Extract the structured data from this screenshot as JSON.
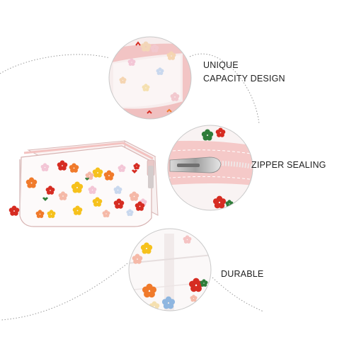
{
  "features": {
    "capacity": {
      "line1": "UNIQUE",
      "line2": "CAPACITY DESIGN",
      "icon": "magnified-bag-interior"
    },
    "zipper": {
      "label": "ZIPPER SEALING",
      "icon": "magnified-zipper-pull"
    },
    "durable": {
      "label": "DURABLE",
      "icon": "magnified-pvc-material"
    }
  },
  "colors": {
    "pink_trim": "#f3c2c0",
    "flower_red": "#d62c22",
    "flower_yellow": "#f6c11c",
    "flower_orange": "#f07a2b",
    "flower_green": "#2f7d3a",
    "flower_blue": "#8fb6e0",
    "callout_line": "#9a9a9a"
  }
}
